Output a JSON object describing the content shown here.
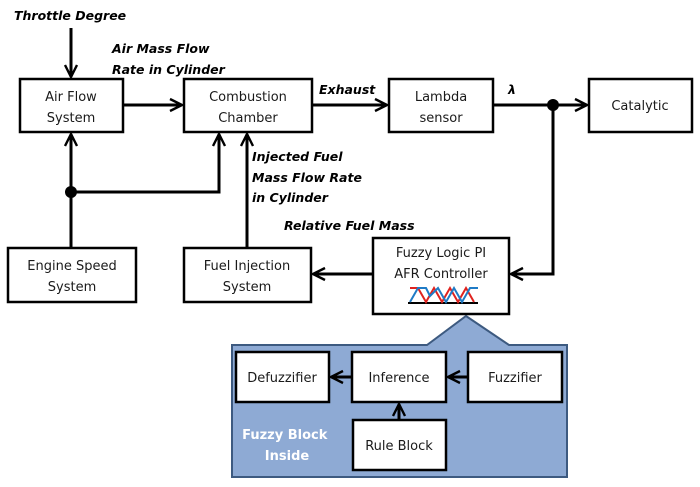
{
  "blocks": {
    "air_flow": [
      "Air Flow",
      "System"
    ],
    "combustion": [
      "Combustion",
      "Chamber"
    ],
    "lambda_sensor": [
      "Lambda",
      "sensor"
    ],
    "catalytic": [
      "Catalytic"
    ],
    "engine_speed": [
      "Engine Speed",
      "System"
    ],
    "fuel_injection": [
      "Fuel Injection",
      "System"
    ],
    "controller": [
      "Fuzzy Logic PI",
      "AFR Controller"
    ],
    "defuzzifier": [
      "Defuzzifier"
    ],
    "inference": [
      "Inference"
    ],
    "fuzzifier": [
      "Fuzzifier"
    ],
    "rule_block": [
      "Rule Block"
    ]
  },
  "signals": {
    "throttle": "Throttle  Degree",
    "air_mass": [
      "Air Mass Flow",
      "Rate in Cylinder"
    ],
    "exhaust": "Exhaust",
    "lambda": "λ",
    "injected_fuel": [
      "Injected Fuel",
      "Mass Flow Rate",
      "in Cylinder"
    ],
    "relative_fuel": "Relative Fuel Mass"
  },
  "inset": {
    "title": [
      "Fuzzy Block",
      "Inside"
    ]
  },
  "colors": {
    "inset_fill": "#8eaad4",
    "inset_stroke": "#3d5a80",
    "mf_red": "#e0231f",
    "mf_blue": "#1f7bc6"
  }
}
